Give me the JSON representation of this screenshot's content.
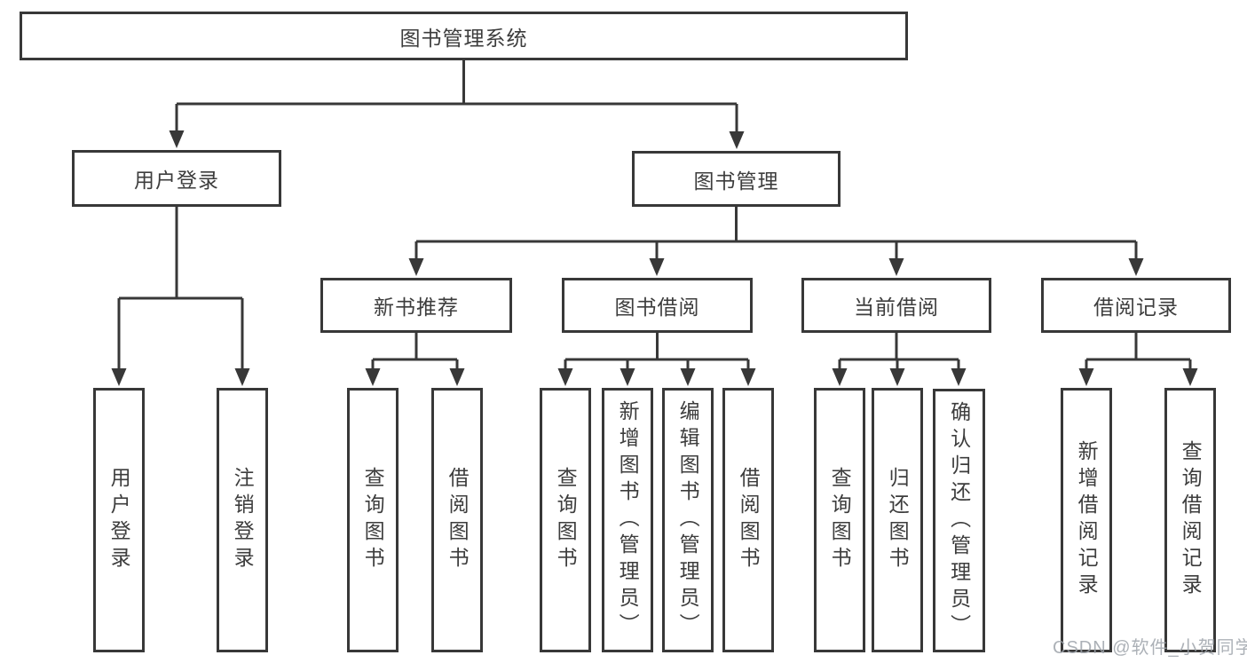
{
  "diagram": {
    "root": {
      "label": "图书管理系统"
    },
    "level2": [
      {
        "label": "用户登录"
      },
      {
        "label": "图书管理"
      }
    ],
    "level3": [
      {
        "label": "新书推荐"
      },
      {
        "label": "图书借阅"
      },
      {
        "label": "当前借阅"
      },
      {
        "label": "借阅记录"
      }
    ],
    "leaves": {
      "user_login": [
        "用户登录",
        "注销登录"
      ],
      "new_book": [
        "查询图书",
        "借阅图书"
      ],
      "book_borrow": [
        "查询图书",
        "新增图书（管理员）",
        "编辑图书（管理员）",
        "借阅图书"
      ],
      "current_borrow": [
        "查询图书",
        "归还图书",
        "确认归还（管理员）"
      ],
      "borrow_record": [
        "新增借阅记录",
        "查询借阅记录"
      ]
    }
  },
  "watermark": {
    "text": "CSDN @软件_小贺同学"
  },
  "colors": {
    "line": "#383838",
    "box_border": "#383838",
    "text": "#3d3d3d",
    "watermark": "#9ea3aa",
    "background": "#ffffff"
  }
}
